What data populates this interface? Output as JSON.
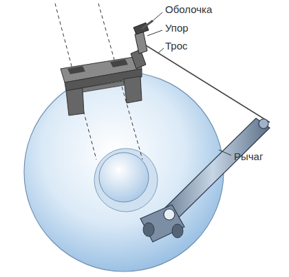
{
  "diagram": {
    "labels": [
      "Оболочка",
      "Упор",
      "Трос",
      "Рычаг"
    ]
  }
}
